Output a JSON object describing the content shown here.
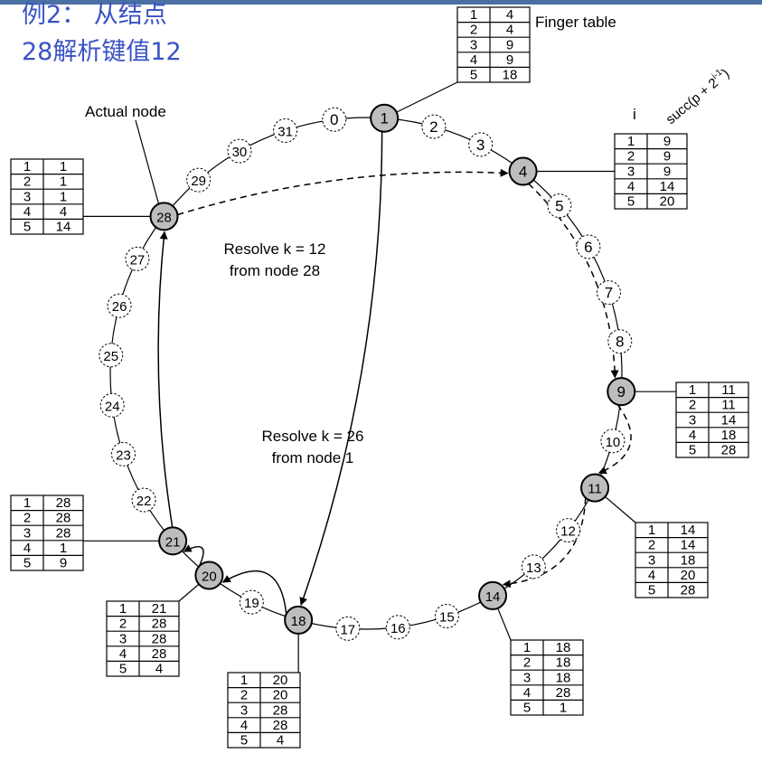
{
  "title_lines": [
    "例2： 从结点",
    "28解析键值12"
  ],
  "labels": {
    "finger_table": "Finger table",
    "actual_node": "Actual node",
    "col_i": "i",
    "col_succ": "succ(p + 2",
    "col_succ_exp": "i-1",
    "col_succ_close": ")",
    "resolve12_line1": "Resolve k = 12",
    "resolve12_line2": "from node 28",
    "resolve26_line1": "Resolve k = 26",
    "resolve26_line2": "from node 1"
  },
  "ring": {
    "size": 32,
    "active_nodes": [
      1,
      4,
      9,
      11,
      14,
      18,
      20,
      21,
      28
    ],
    "positions": [
      "0",
      "1",
      "2",
      "3",
      "4",
      "5",
      "6",
      "7",
      "8",
      "9",
      "10",
      "11",
      "12",
      "13",
      "14",
      "15",
      "16",
      "17",
      "18",
      "19",
      "20",
      "21",
      "22",
      "23",
      "24",
      "25",
      "26",
      "27",
      "28",
      "29",
      "30",
      "31"
    ]
  },
  "finger_tables": [
    {
      "node": "1",
      "rows": [
        [
          "1",
          "4"
        ],
        [
          "2",
          "4"
        ],
        [
          "3",
          "9"
        ],
        [
          "4",
          "9"
        ],
        [
          "5",
          "18"
        ]
      ]
    },
    {
      "node": "4",
      "rows": [
        [
          "1",
          "9"
        ],
        [
          "2",
          "9"
        ],
        [
          "3",
          "9"
        ],
        [
          "4",
          "14"
        ],
        [
          "5",
          "20"
        ]
      ]
    },
    {
      "node": "9",
      "rows": [
        [
          "1",
          "11"
        ],
        [
          "2",
          "11"
        ],
        [
          "3",
          "14"
        ],
        [
          "4",
          "18"
        ],
        [
          "5",
          "28"
        ]
      ]
    },
    {
      "node": "11",
      "rows": [
        [
          "1",
          "14"
        ],
        [
          "2",
          "14"
        ],
        [
          "3",
          "18"
        ],
        [
          "4",
          "20"
        ],
        [
          "5",
          "28"
        ]
      ]
    },
    {
      "node": "14",
      "rows": [
        [
          "1",
          "18"
        ],
        [
          "2",
          "18"
        ],
        [
          "3",
          "18"
        ],
        [
          "4",
          "28"
        ],
        [
          "5",
          "1"
        ]
      ]
    },
    {
      "node": "18",
      "rows": [
        [
          "1",
          "20"
        ],
        [
          "2",
          "20"
        ],
        [
          "3",
          "28"
        ],
        [
          "4",
          "28"
        ],
        [
          "5",
          "4"
        ]
      ]
    },
    {
      "node": "20",
      "rows": [
        [
          "1",
          "21"
        ],
        [
          "2",
          "28"
        ],
        [
          "3",
          "28"
        ],
        [
          "4",
          "28"
        ],
        [
          "5",
          "4"
        ]
      ]
    },
    {
      "node": "21",
      "rows": [
        [
          "1",
          "28"
        ],
        [
          "2",
          "28"
        ],
        [
          "3",
          "28"
        ],
        [
          "4",
          "1"
        ],
        [
          "5",
          "9"
        ]
      ]
    },
    {
      "node": "28",
      "rows": [
        [
          "1",
          "1"
        ],
        [
          "2",
          "1"
        ],
        [
          "3",
          "1"
        ],
        [
          "4",
          "4"
        ],
        [
          "5",
          "14"
        ]
      ]
    }
  ],
  "lookups": [
    {
      "name": "resolve-12",
      "style": "dashed",
      "path": [
        "28",
        "4",
        "9",
        "11",
        "14"
      ]
    },
    {
      "name": "resolve-26",
      "style": "solid",
      "path": [
        "1",
        "18",
        "20",
        "21",
        "28"
      ]
    }
  ],
  "colors": {
    "active_node": "#bdbdbd",
    "title": "#3a52c4",
    "bar": "#4a6fa5"
  }
}
